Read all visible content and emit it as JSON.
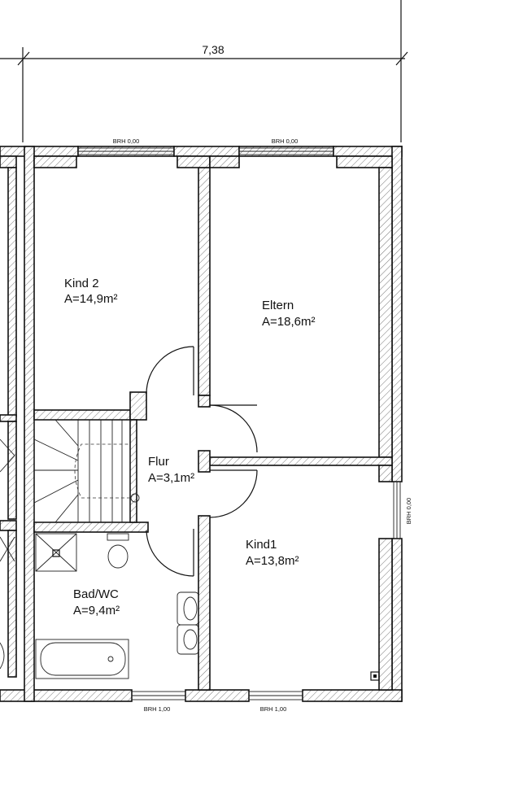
{
  "dimension": {
    "width_label": "7,38"
  },
  "rooms": [
    {
      "id": "kind2",
      "name": "Kind 2",
      "area": "A=14,9m²"
    },
    {
      "id": "eltern",
      "name": "Eltern",
      "area": "A=18,6m²"
    },
    {
      "id": "flur",
      "name": "Flur",
      "area": "A=3,1m²"
    },
    {
      "id": "kind1",
      "name": "Kind1",
      "area": "A=13,8m²"
    },
    {
      "id": "bad",
      "name": "Bad/WC",
      "area": "A=9,4m²"
    }
  ],
  "window_sills": {
    "top_left": "BRH 0,00",
    "top_right": "BRH 0,00",
    "right": "BRH 0,00",
    "bottom_left": "BRH 1,00",
    "bottom_right": "BRH 1,00"
  }
}
